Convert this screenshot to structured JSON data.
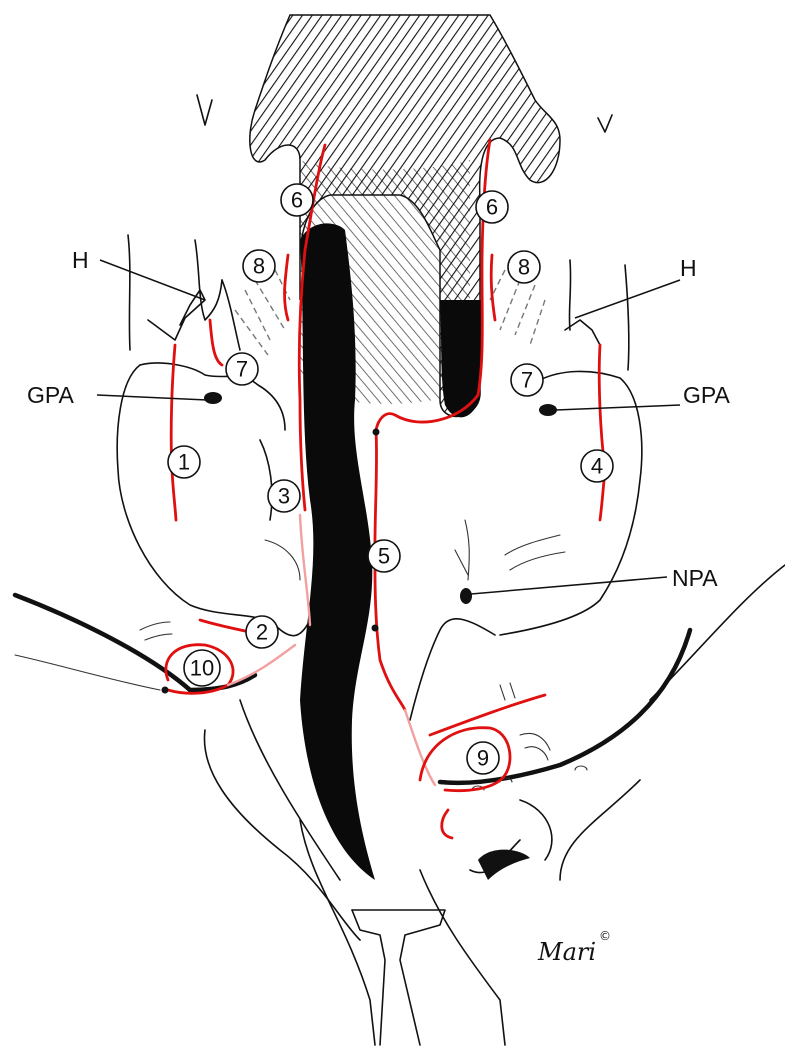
{
  "markers": [
    "1",
    "2",
    "3",
    "4",
    "5",
    "6",
    "6",
    "7",
    "7",
    "8",
    "8",
    "9",
    "10"
  ],
  "labels": {
    "h_left": "H",
    "h_right": "H",
    "gpa_left": "GPA",
    "gpa_right": "GPA",
    "npa": "NPA"
  },
  "signature": "Mari",
  "signature_mark": "©",
  "colors": {
    "vessel": "#e01010",
    "vessel_light": "#f2a0a0",
    "outline": "#111111",
    "background": "#ffffff"
  }
}
